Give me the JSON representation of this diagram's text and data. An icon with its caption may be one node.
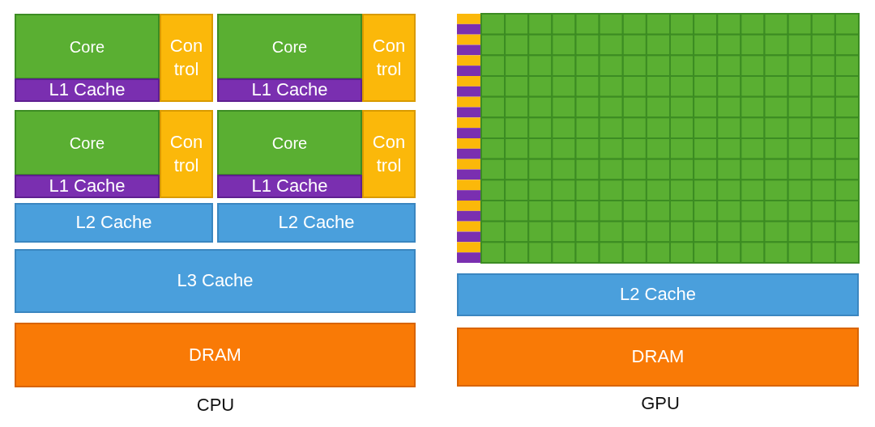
{
  "diagram": {
    "nodes": [
      {
        "text": [
          "Core"
        ]
      },
      {
        "text": [
          "Con trol"
        ]
      },
      {
        "text": [
          "L1 Cache"
        ]
      },
      {
        "text": [
          "Core"
        ]
      },
      {
        "text": [
          "Con trol"
        ]
      },
      {
        "text": [
          "L1 Cache"
        ]
      },
      {
        "text": [
          "Core"
        ]
      },
      {
        "text": [
          "Con trol"
        ]
      },
      {
        "text": [
          "L1 Cache"
        ]
      },
      {
        "text": [
          "Core"
        ]
      },
      {
        "text": [
          "Con trol"
        ]
      },
      {
        "text": [
          "L1 Cache"
        ]
      },
      {
        "text": [
          "L2 Cache"
        ]
      },
      {
        "text": [
          "L2 Cache"
        ]
      },
      {
        "text": [
          "L3 Cache"
        ]
      },
      {
        "text": [
          "DRAM"
        ]
      },
      {
        "text": [
          "L2 Cache"
        ]
      },
      {
        "text": [
          "DRAM"
        ]
      }
    ],
    "labels": [
      "CPU",
      "GPU"
    ]
  }
}
